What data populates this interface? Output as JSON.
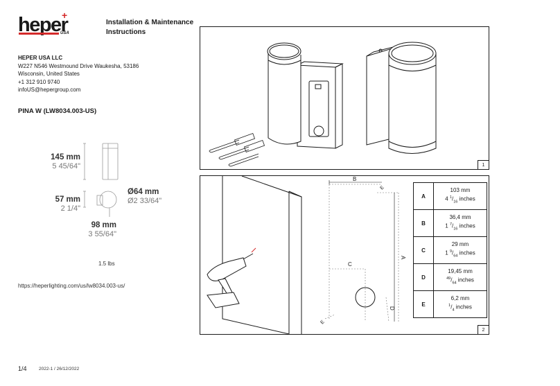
{
  "brand": {
    "name": "heper",
    "plus": "+",
    "region": "USA"
  },
  "doc_title": {
    "line1": "Installation & Maintenance",
    "line2": "Instructions"
  },
  "company": {
    "name": "HEPER USA LLC",
    "address1": "W227 N546 Westmound Drive Waukesha, 53186",
    "address2": "Wisconsin, United States",
    "phone": "+1 312 910 9740",
    "email": "infoUS@hepergroup.com"
  },
  "product": "PINA W (LW8034.003-US)",
  "dimensions": {
    "height": {
      "mm": "145 mm",
      "in": "5 45/64\""
    },
    "depth": {
      "mm": "57 mm",
      "in": "2 1/4\""
    },
    "width": {
      "mm": "98 mm",
      "in": "3 55/64\""
    },
    "diameter": {
      "mm": "Ø64 mm",
      "in": "Ø2 33/64\""
    }
  },
  "weight": "1.5 lbs",
  "url": "https://heperlighting.com/us/lw8034.003-us/",
  "footer": {
    "page": "1/4",
    "version": "2022-1 / 26/12/2022"
  },
  "panels": {
    "p1": "1",
    "p2": "2"
  },
  "drawing_labels": {
    "a": "A",
    "b": "B",
    "c": "C",
    "d": "D",
    "e1": "E",
    "e2": "E"
  },
  "spec_table": [
    {
      "letter": "A",
      "mm": "103 mm",
      "in_whole": "4",
      "in_num": "1",
      "in_den": "16",
      "in_unit": "inches"
    },
    {
      "letter": "B",
      "mm": "36,4 mm",
      "in_whole": "1",
      "in_num": "7",
      "in_den": "16",
      "in_unit": "inches"
    },
    {
      "letter": "C",
      "mm": "29 mm",
      "in_whole": "1",
      "in_num": "9",
      "in_den": "64",
      "in_unit": "inches"
    },
    {
      "letter": "D",
      "mm": "19,45 mm",
      "in_whole": "",
      "in_num": "49",
      "in_den": "64",
      "in_unit": "inches"
    },
    {
      "letter": "E",
      "mm": "6,2 mm",
      "in_whole": "",
      "in_num": "1",
      "in_den": "4",
      "in_unit": "inches"
    }
  ],
  "colors": {
    "accent": "#d42a2a",
    "line": "#1a1a1a"
  }
}
